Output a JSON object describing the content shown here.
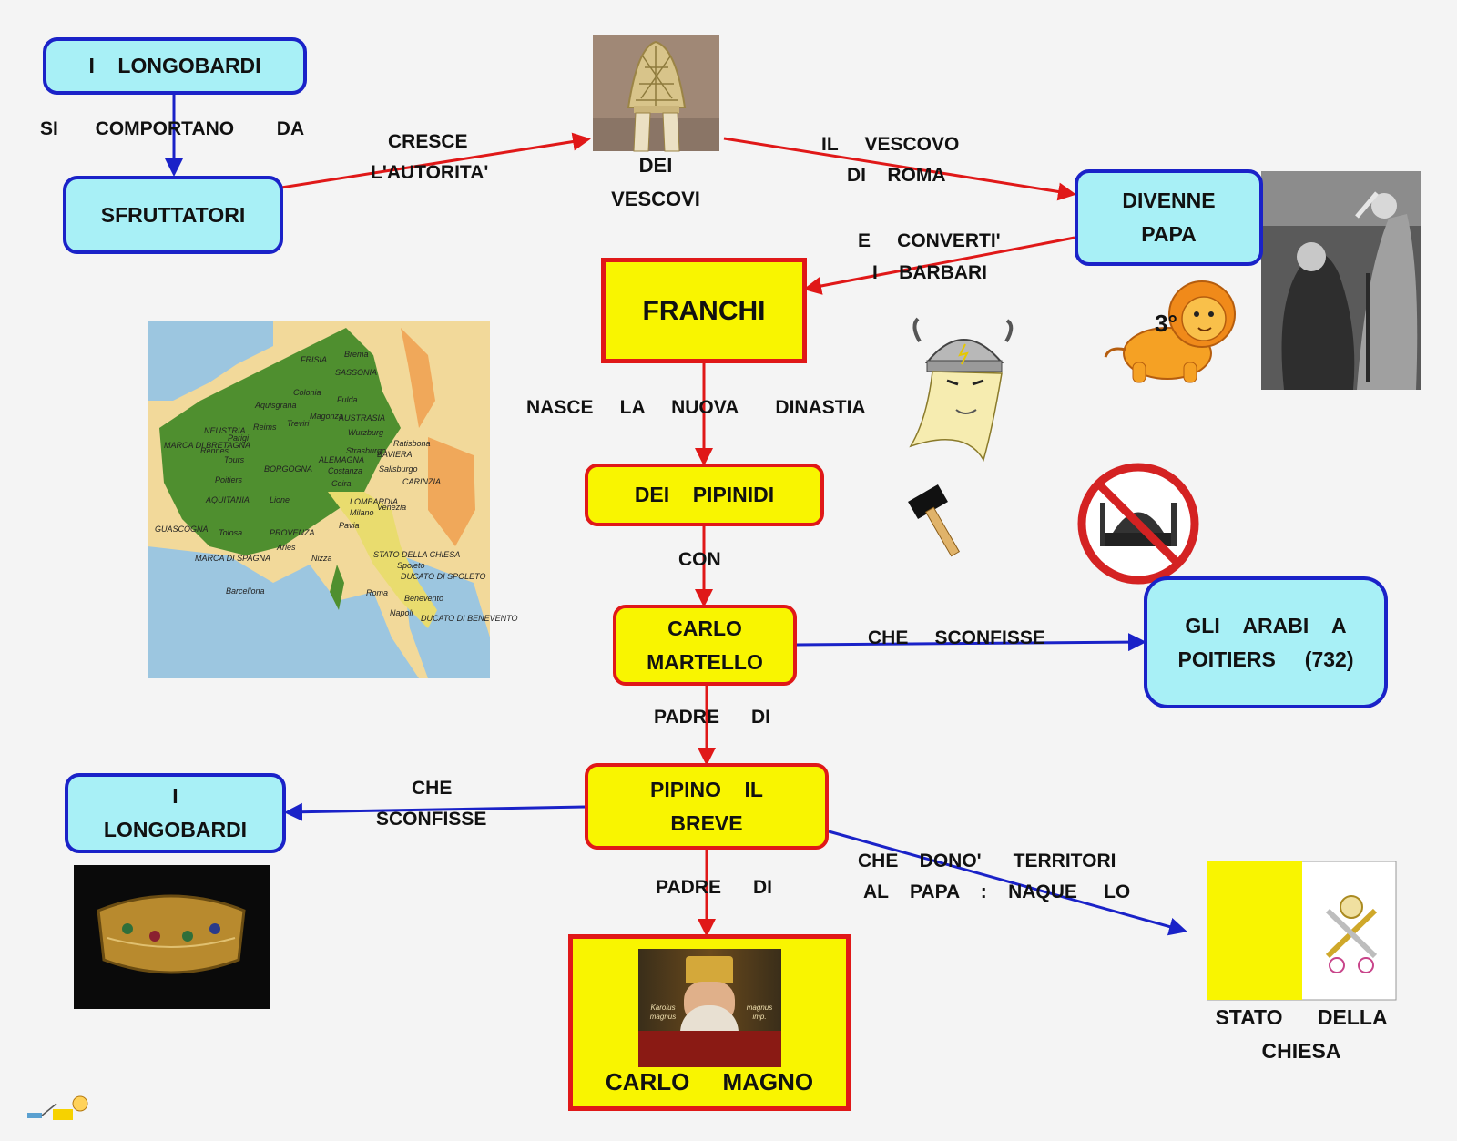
{
  "nodes": {
    "longobardi_top": "I    LONGOBARDI",
    "sfruttatori": "SFRUTTATORI",
    "vescovi_1": "DEI",
    "vescovi_2": "VESCOVI",
    "papa_1": "DIVENNE",
    "papa_2": "PAPA",
    "franchi": "FRANCHI",
    "pipinidi": "DEI    PIPINIDI",
    "martello_1": "CARLO",
    "martello_2": "MARTELLO",
    "arabi_1": "GLI    ARABI    A",
    "arabi_2": "POITIERS     (732)",
    "pipino_1": "PIPINO    IL",
    "pipino_2": "BREVE",
    "longobardi_bottom_1": "I",
    "longobardi_bottom_2": "LONGOBARDI",
    "carlo_magno": "CARLO     MAGNO",
    "stato_1": "STATO      DELLA",
    "stato_2": "CHIESA"
  },
  "links": {
    "si_comportano": "SI       COMPORTANO        DA",
    "cresce_1": "CRESCE",
    "cresce_2": "L'AUTORITA'",
    "vescovo_1": "IL     VESCOVO",
    "vescovo_2": "DI    ROMA",
    "converti_1": "E     CONVERTI'",
    "converti_2": "I    BARBARI",
    "nasce": "NASCE     LA     NUOVA       DINASTIA",
    "con": "CON",
    "sconfisse_arabi": "CHE     SCONFISSE",
    "padre_di_1": "PADRE      DI",
    "che": "CHE",
    "sconfisse_longobardi": "SCONFISSE",
    "padre_di_2": "PADRE      DI",
    "dono_1": "CHE    DONO'      TERRITORI",
    "dono_2": "AL    PAPA    :    NAQUE     LO"
  },
  "map_labels": [
    "FRISIA",
    "Brema",
    "SASSONIA",
    "Colonia",
    "Aquisgrana",
    "Magonza",
    "Fulda",
    "Reims",
    "Treviri",
    "Parigi",
    "NEUSTRIA",
    "AUSTRASIA",
    "Wurzburg",
    "Ratisbona",
    "BAVIERA",
    "Strasburgo",
    "MARCA DI BRETAGNA",
    "Rennes",
    "Tours",
    "BORGOGNA",
    "ALEMAGNA",
    "Costanza",
    "Salisburgo",
    "CARINZIA",
    "Poitiers",
    "AQUITANIA",
    "Lione",
    "Coira",
    "LOMBARDIA",
    "Milano",
    "Venezia",
    "Pavia",
    "GUASCOGNA",
    "Tolosa",
    "PROVENZA",
    "Arles",
    "Nizza",
    "MARCA DI SPAGNA",
    "Barcellona",
    "STATO DELLA CHIESA",
    "Spoleto",
    "DUCATO DI SPOLETO",
    "Roma",
    "Benevento",
    "Napoli",
    "DUCATO DI BENEVENTO"
  ],
  "badge_text": "3°",
  "portrait_text_left": "Karolus magnus",
  "portrait_text_right": "magnus imp.",
  "colors": {
    "cyan_fill": "#a8f0f6",
    "blue_border": "#1a22c8",
    "yellow_fill": "#f9f500",
    "red_border": "#e01818",
    "red_arrow": "#e01818",
    "blue_arrow": "#1a22c8"
  }
}
